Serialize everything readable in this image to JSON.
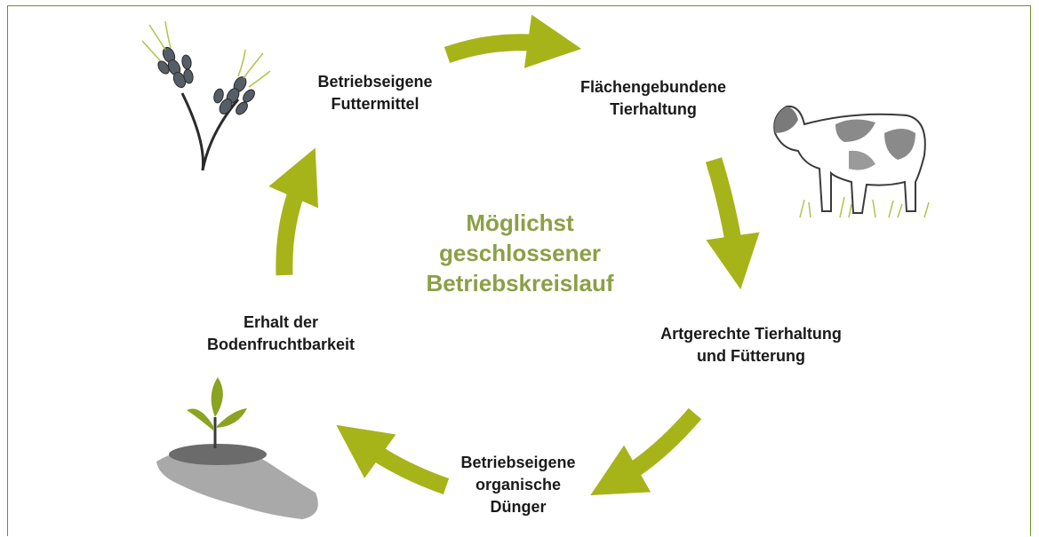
{
  "diagram": {
    "center_title": [
      "Möglichst",
      "geschlossener",
      "Betriebskreislauf"
    ],
    "nodes": {
      "feed": [
        "Betriebseigene",
        "Futtermittel"
      ],
      "land_bound": [
        "Flächengebundene",
        "Tierhaltung"
      ],
      "welfare": [
        "Artgerechte Tierhaltung",
        "und Fütterung"
      ],
      "fertilizer": [
        "Betriebseigene",
        "organische",
        "Dünger"
      ],
      "soil": [
        "Erhalt der",
        "Bodenfruchtbarkeit"
      ]
    },
    "colors": {
      "arrow": "#a6b41a",
      "title": "#8aa046",
      "frame": "#6f8f2f"
    },
    "icons": [
      "wheat-icon",
      "cow-icon",
      "hand-seedling-icon"
    ]
  }
}
